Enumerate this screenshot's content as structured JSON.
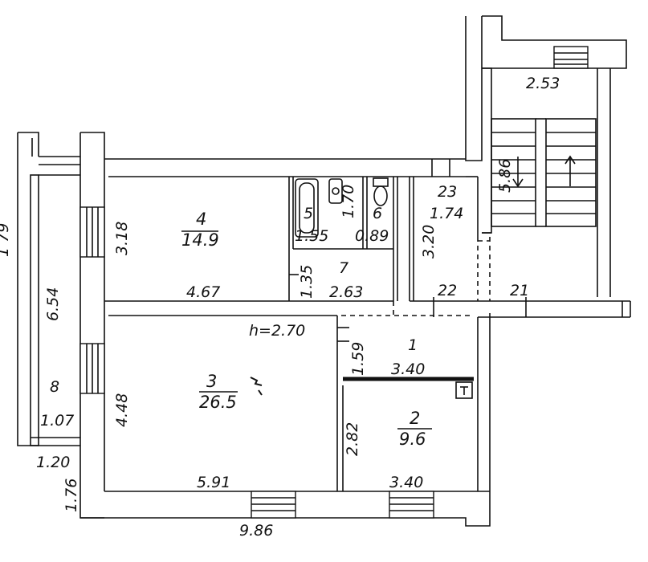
{
  "rooms": [
    {
      "number": "1",
      "area": ""
    },
    {
      "number": "2",
      "area": "9.6"
    },
    {
      "number": "3",
      "area": "26.5"
    },
    {
      "number": "4",
      "area": "14.9"
    },
    {
      "number": "5",
      "area": ""
    },
    {
      "number": "6",
      "area": ""
    },
    {
      "number": "7",
      "area": ""
    },
    {
      "number": "8",
      "area": ""
    },
    {
      "number": "21",
      "area": ""
    },
    {
      "number": "22",
      "area": ""
    },
    {
      "number": "23",
      "area": ""
    }
  ],
  "ceiling_height": "h=2.70",
  "dimensions": {
    "d_253": "2.53",
    "d_586": "5.86",
    "d_174": "1.74",
    "d_320": "3.20",
    "d_170": "1.70",
    "d_155": "1.55",
    "d_089": "0.89",
    "d_135": "1.35",
    "d_263": "2.63",
    "d_318": "3.18",
    "d_467": "4.67",
    "d_654": "6.54",
    "d_159": "1.59",
    "d_340_top": "3.40",
    "d_448": "4.48",
    "d_282": "2.82",
    "d_107": "1.07",
    "d_120": "1.20",
    "d_176": "1.76",
    "d_591": "5.91",
    "d_340_bottom": "3.40",
    "d_986": "9.86"
  },
  "edge_mark": "1 79"
}
